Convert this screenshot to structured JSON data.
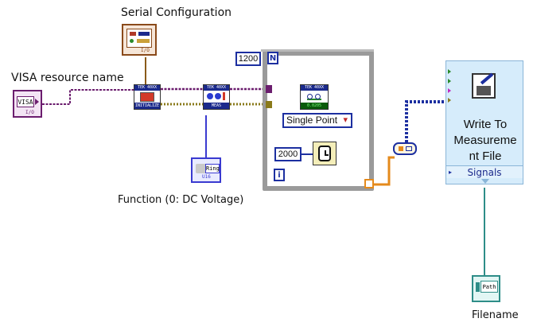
{
  "labels": {
    "serial_config": "Serial Configuration",
    "visa_resource": "VISA resource name",
    "function": "Function (0: DC Voltage)",
    "filename": "Filename"
  },
  "loop": {
    "count_terminal": "N",
    "count_value": "1200",
    "iteration_terminal": "i",
    "wait_ms": "2000"
  },
  "nodes": {
    "visa_const_text": "VISA",
    "visa_const_sub": "I/O",
    "init_hdr": "TEK 40XX",
    "init_ftr": "INITIALIZE",
    "meas_hdr": "TEK 40XX",
    "meas_ftr": "MEAS",
    "read_hdr": "TEK 40XX",
    "read_ftr": "0.0205",
    "ring_text": "Ring",
    "ring_sub": "U16",
    "path_text": "Path",
    "serial_sub": "I/O"
  },
  "read_mode": {
    "value": "Single Point",
    "arrow": "▾"
  },
  "express_vi": {
    "title_lines": [
      "Write To",
      "Measureme",
      "nt File"
    ],
    "terminal_label": "Signals"
  },
  "colors": {
    "visa_wire": "#6b1d6e",
    "cluster_wire": "#8a7a1a",
    "ring_wire": "#3a3ad0",
    "dynamic_wire": "#1c2fa0",
    "double_wire": "#e48a1c",
    "path_wire": "#2e8d88",
    "express_bg": "#d6ecfb",
    "loop_frame": "#9a9a9a"
  }
}
